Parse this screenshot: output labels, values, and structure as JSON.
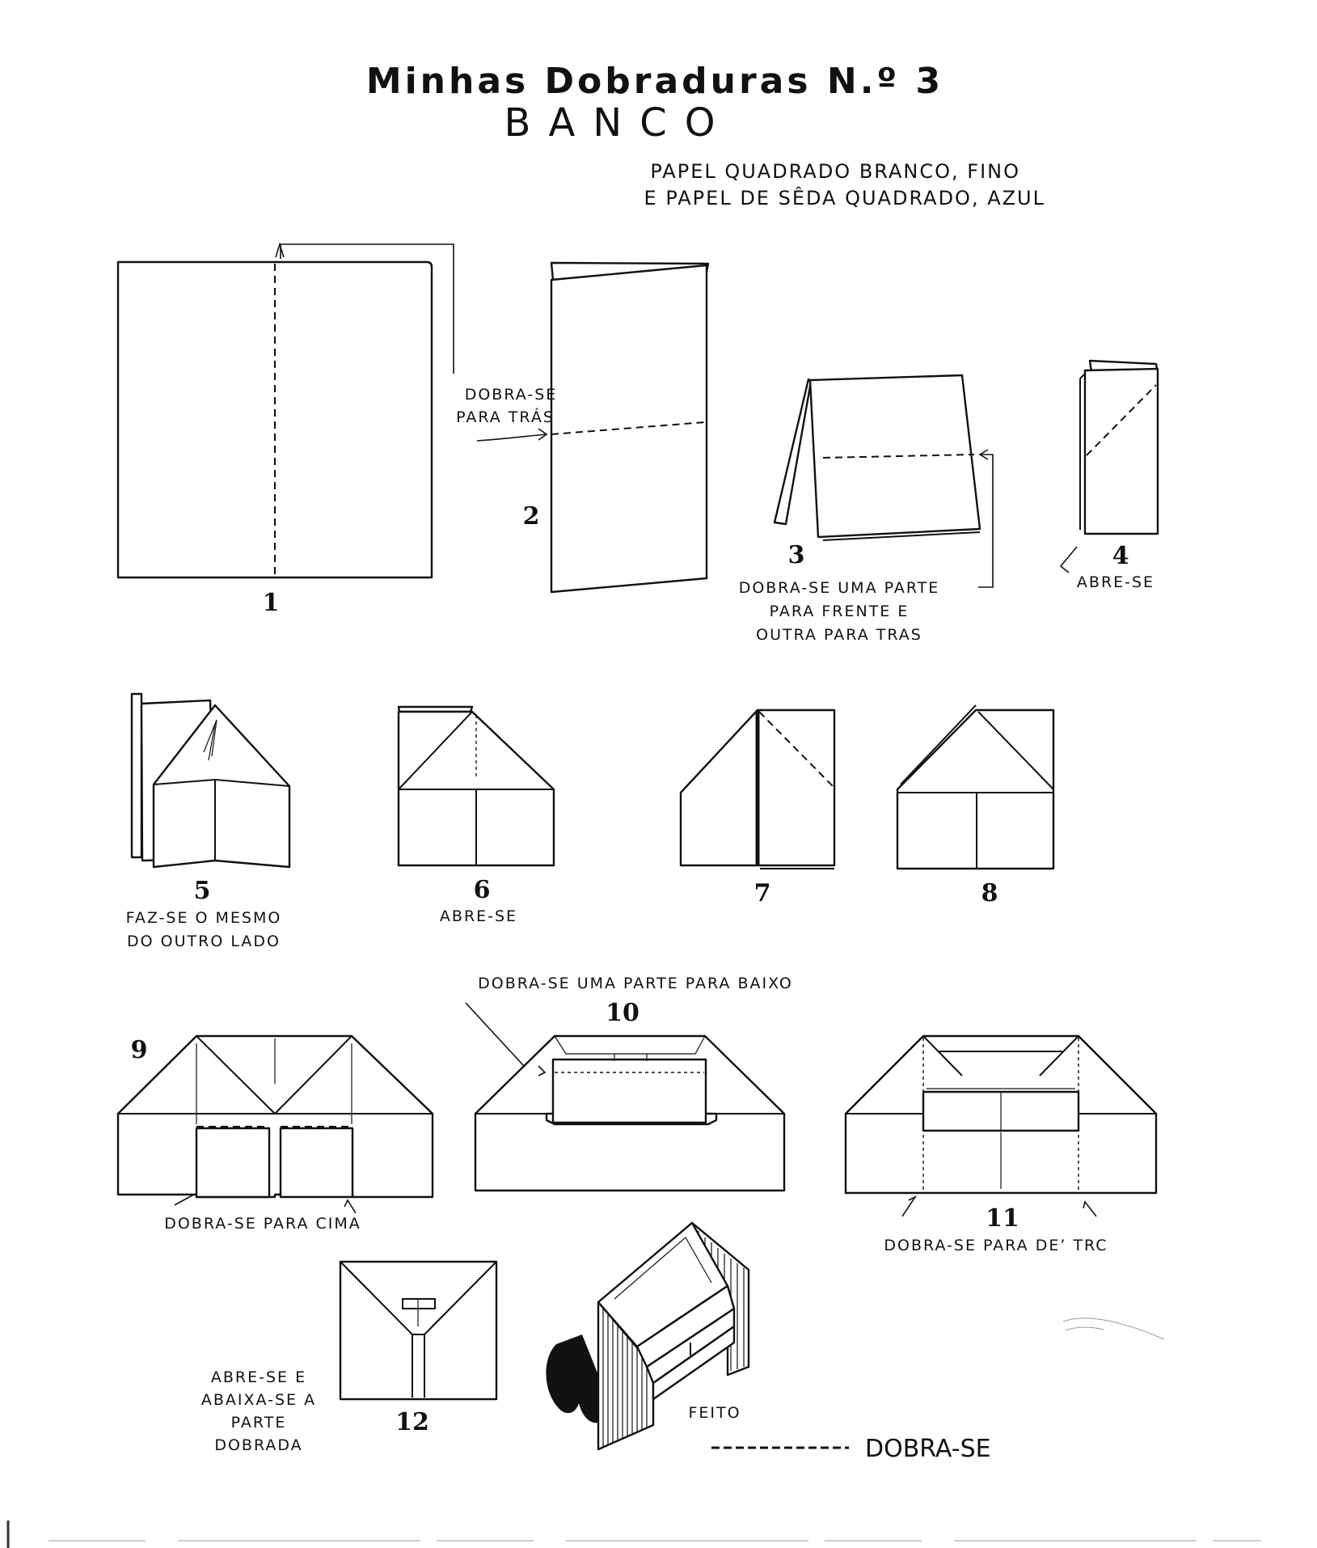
{
  "header": {
    "title": "Minhas Dobraduras N.º 3",
    "subtitle": "BANCO",
    "materials": [
      "PAPEL QUADRADO BRANCO, FINO",
      "E PAPEL DE SÊDA QUADRADO, AZUL"
    ]
  },
  "steps": [
    {
      "number": "1",
      "caption": []
    },
    {
      "number": "2",
      "caption": [
        "DOBRA-SE",
        "PARA TRÁS"
      ]
    },
    {
      "number": "3",
      "caption": [
        "DOBRA-SE UMA PARTE",
        "PARA FRENTE E",
        "OUTRA PARA TRAS"
      ]
    },
    {
      "number": "4",
      "caption": [
        "ABRE-SE"
      ]
    },
    {
      "number": "5",
      "caption": [
        "FAZ-SE O MESMO",
        "DO OUTRO LADO"
      ]
    },
    {
      "number": "6",
      "caption": [
        "ABRE-SE"
      ]
    },
    {
      "number": "7",
      "caption": []
    },
    {
      "number": "8",
      "caption": []
    },
    {
      "number": "9",
      "caption": [
        "DOBRA-SE PARA CIMA"
      ]
    },
    {
      "number": "10",
      "caption": [
        "DOBRA-SE UMA PARTE PARA BAIXO"
      ]
    },
    {
      "number": "11",
      "caption": [
        "DOBRA-SE PARA DE’ TRC"
      ]
    },
    {
      "number": "12",
      "caption": [
        "ABRE-SE E",
        "ABAIXA-SE A",
        "PARTE",
        "DOBRADA"
      ]
    }
  ],
  "finished_label": "FEITO",
  "legend": {
    "label": "DOBRA-SE",
    "line_style": "dashed"
  }
}
